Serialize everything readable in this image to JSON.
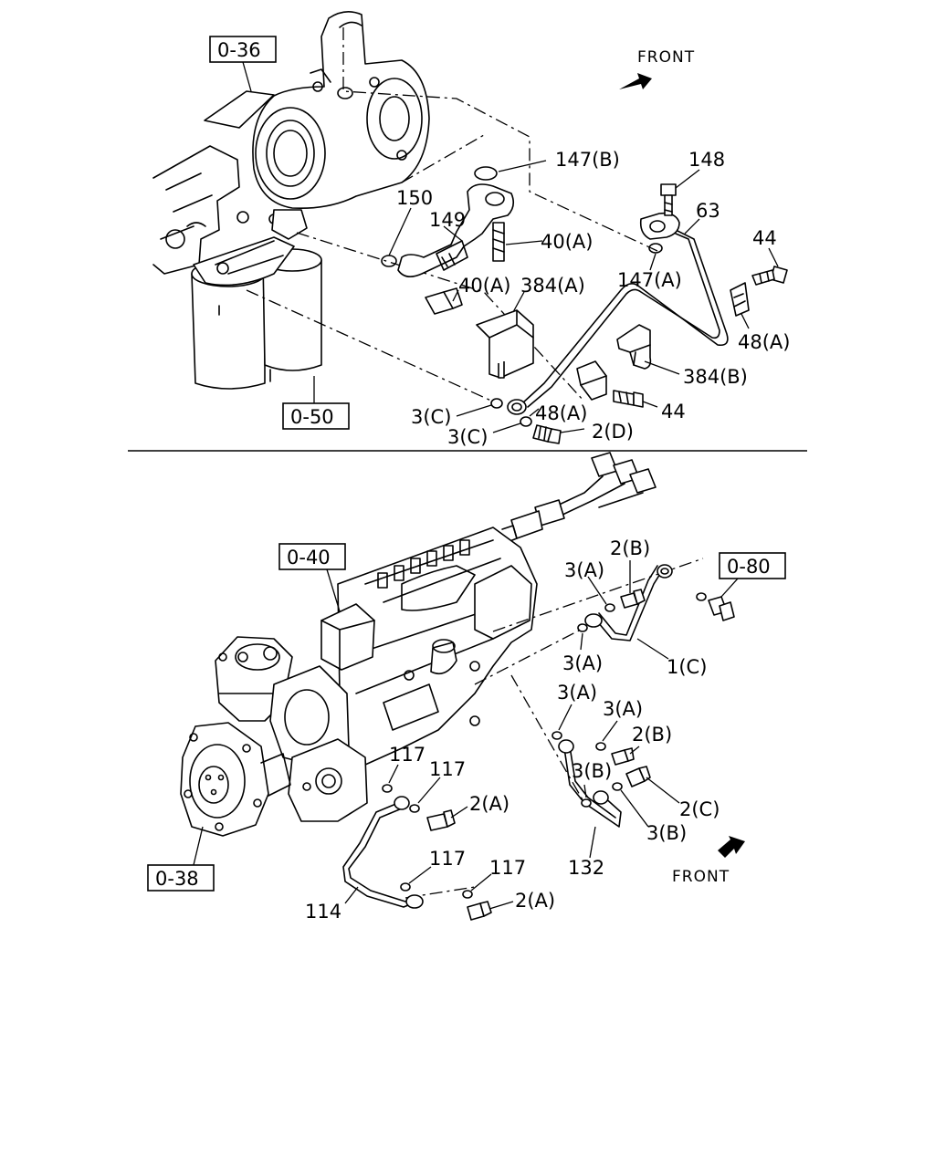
{
  "top_section": {
    "front_label": "FRONT",
    "refs": [
      "0-36",
      "0-50"
    ],
    "labels": {
      "p147b": "147(B)",
      "p148": "148",
      "p150": "150",
      "p149": "149",
      "p63": "63",
      "p40a_1": "40(A)",
      "p44_1": "44",
      "p40a_2": "40(A)",
      "p384a": "384(A)",
      "p147a": "147(A)",
      "p48a_1": "48(A)",
      "p384b": "384(B)",
      "p44_2": "44",
      "p3c_1": "3(C)",
      "p48a_2": "48(A)",
      "p3c_2": "3(C)",
      "p2d": "2(D)"
    }
  },
  "bottom_section": {
    "front_label": "FRONT",
    "refs": [
      "0-40",
      "0-80",
      "0-38"
    ],
    "labels": {
      "p2b_1": "2(B)",
      "p3a_1": "3(A)",
      "p3a_2": "3(A)",
      "p1c": "1(C)",
      "p3a_3": "3(A)",
      "p3a_4": "3(A)",
      "p2b_2": "2(B)",
      "p117_1": "117",
      "p117_2": "117",
      "p3b_1": "3(B)",
      "p2a_1": "2(A)",
      "p2c": "2(C)",
      "p3b_2": "3(B)",
      "p117_3": "117",
      "p117_4": "117",
      "p132": "132",
      "p2a_2": "2(A)",
      "p114": "114"
    }
  }
}
